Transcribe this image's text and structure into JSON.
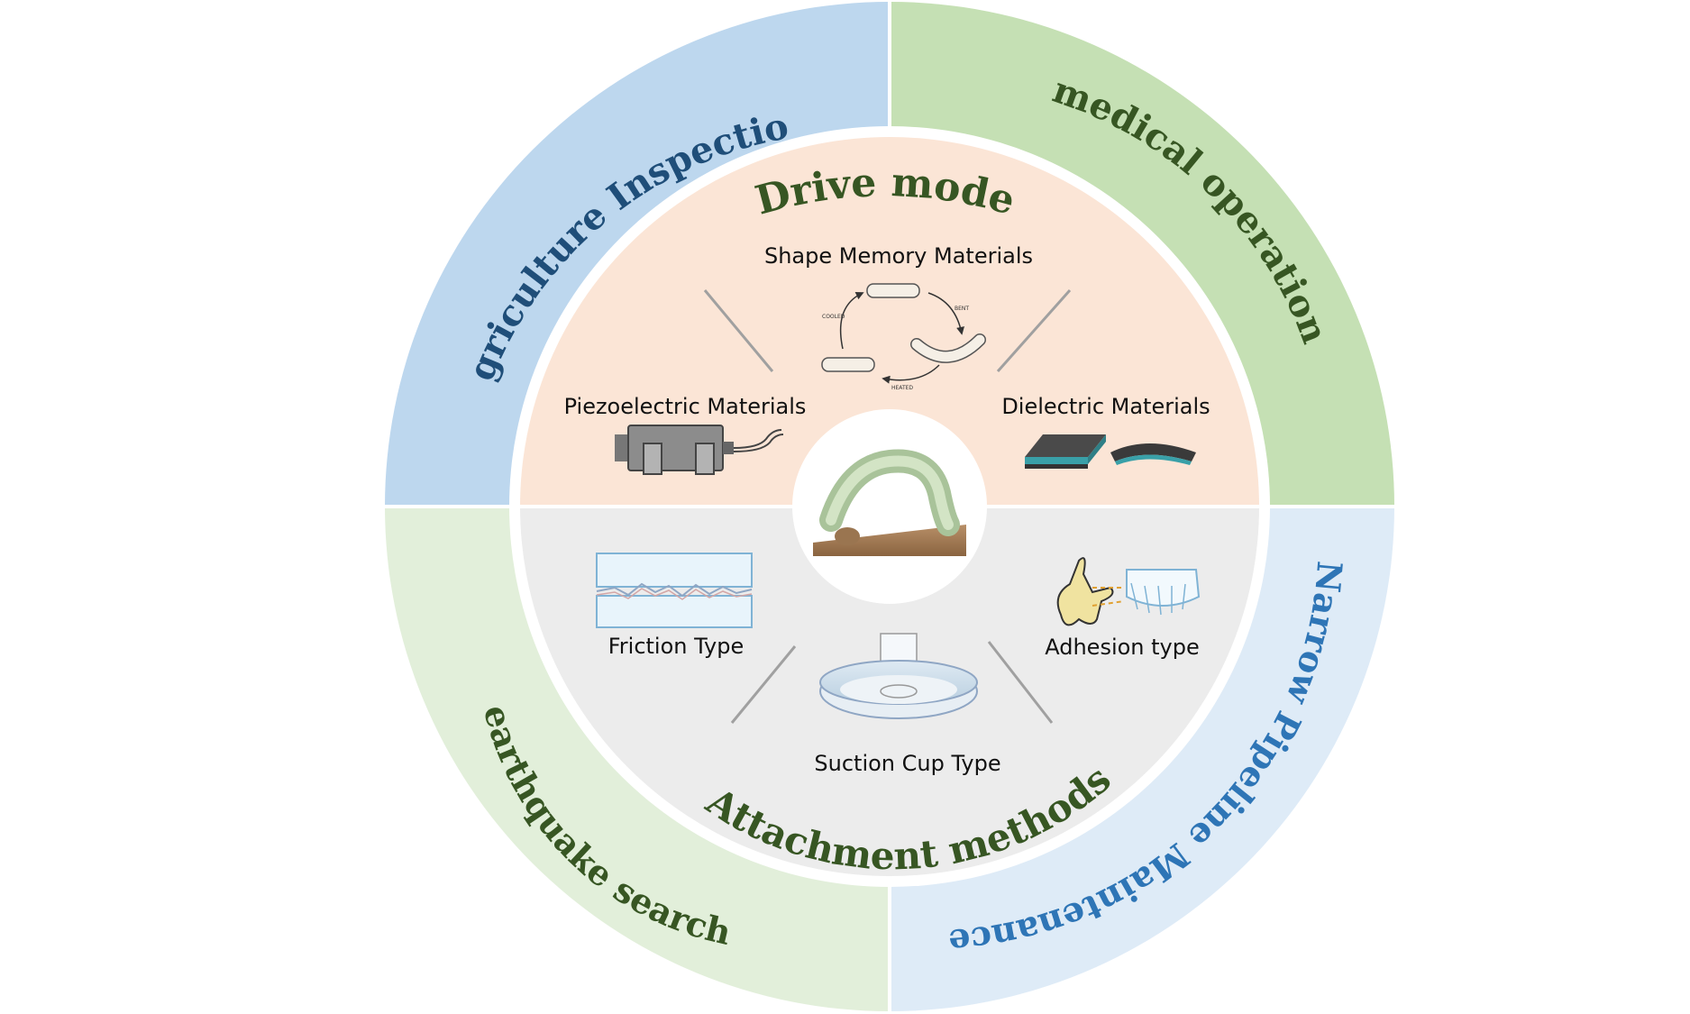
{
  "outer_ring": {
    "agriculture": "Agriculture Inspection",
    "medical": "medical operation",
    "pipeline": "Narrow Pipeline Maintenance",
    "earthquake": "earthquake search"
  },
  "drive_mode": {
    "title": "Drive mode",
    "shape_memory": "Shape Memory Materials",
    "piezoelectric": "Piezoelectric Materials",
    "dielectric": "Dielectric Materials",
    "cycle_labels": {
      "cooled": "COOLED",
      "bent": "BENT",
      "heated": "HEATED"
    }
  },
  "attachment": {
    "title": "Attachment methods",
    "friction": "Friction Type",
    "adhesion": "Adhesion type",
    "suction": "Suction Cup Type"
  },
  "colors": {
    "agriculture": "#bdd7ee",
    "medical": "#c5e0b4",
    "pipeline": "#deebf7",
    "earthquake": "#e2efda",
    "drive_bg": "#fbe5d6",
    "attach_bg": "#ececec",
    "title_green": "#375623",
    "agri_text": "#1f4e79",
    "medical_text": "#375623",
    "pipeline_text": "#2e75b6",
    "earthquake_text": "#375623"
  }
}
